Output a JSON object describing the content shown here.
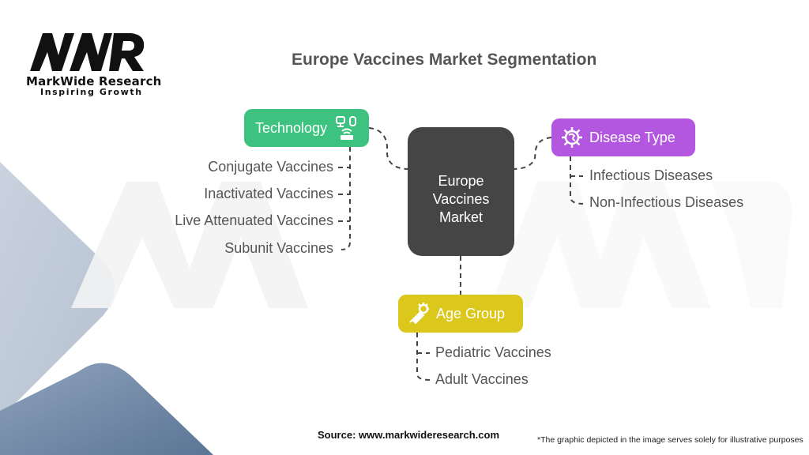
{
  "brand": {
    "logo_text": "MWR",
    "name": "MarkWide Research",
    "tagline": "Inspiring Growth"
  },
  "title": "Europe Vaccines Market Segmentation",
  "center": {
    "label_line1": "Europe",
    "label_line2": "Vaccines",
    "label_line3": "Market",
    "color": "#454545"
  },
  "segments": [
    {
      "label": "Technology",
      "icon": "network-devices-icon",
      "color": "#3ec27f",
      "items": [
        "Conjugate Vaccines",
        "Inactivated Vaccines",
        "Live Attenuated Vaccines",
        "Subunit Vaccines"
      ]
    },
    {
      "label": "Disease Type",
      "icon": "virus-icon",
      "color": "#b356e0",
      "items": [
        "Infectious Diseases",
        "Non-Infectious Diseases"
      ]
    },
    {
      "label": "Age Group",
      "icon": "syringe-gear-icon",
      "color": "#dcc81c",
      "items": [
        "Pediatric Vaccines",
        "Adult Vaccines"
      ]
    }
  ],
  "footer": {
    "source": "Source: www.markwideresearch.com",
    "note": "*The graphic depicted in the image serves solely for illustrative purposes"
  }
}
